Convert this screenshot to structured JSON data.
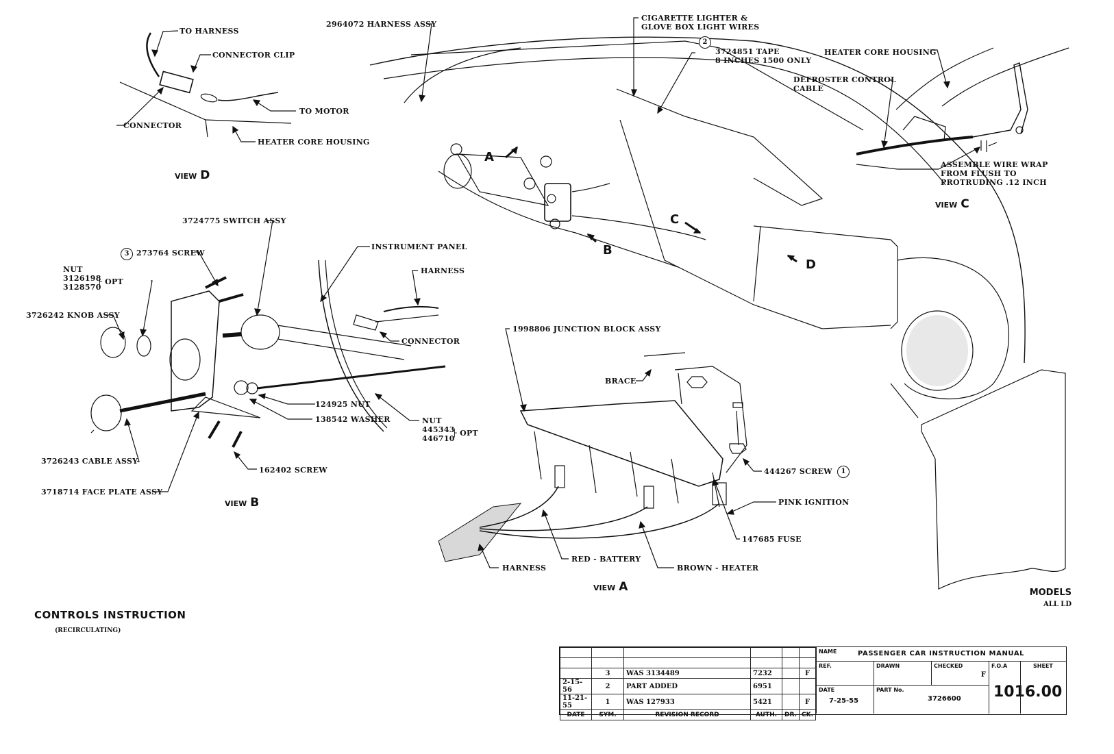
{
  "document": {
    "title": "CONTROLS INSTRUCTION",
    "subtitle": "(RECIRCULATING)",
    "models_label": "MODELS",
    "models_value": "ALL LD"
  },
  "views": {
    "view_word": "VIEW",
    "view_a": "A",
    "view_b": "B",
    "view_c": "C",
    "view_d": "D"
  },
  "markers": {
    "a": "A",
    "b": "B",
    "c": "C",
    "d": "D"
  },
  "callout_numbers": {
    "one": "1",
    "two": "2",
    "three": "3"
  },
  "view_d_labels": {
    "to_harness": "TO HARNESS",
    "connector_clip": "CONNECTOR CLIP",
    "to_motor": "TO MOTOR",
    "connector": "CONNECTOR",
    "heater_core_housing": "HEATER CORE HOUSING"
  },
  "main_labels": {
    "harness_assy": "2964072 HARNESS ASSY",
    "cig_lighter_1": "CIGARETTE LIGHTER &",
    "cig_lighter_2": "GLOVE BOX LIGHT WIRES",
    "tape_1": "3724851 TAPE",
    "tape_2": "8 INCHES 1500 ONLY"
  },
  "view_c_labels": {
    "heater_core_housing": "HEATER CORE HOUSING",
    "defroster_1": "DEFROSTER CONTROL",
    "defroster_2": "CABLE",
    "wrap_1": "ASSEMBLE WIRE WRAP",
    "wrap_2": "FROM FLUSH TO",
    "wrap_3": "PROTRUDING .12 INCH"
  },
  "view_b_labels": {
    "switch_assy": "3724775 SWITCH ASSY",
    "screw_273764": "273764 SCREW",
    "nut": "NUT",
    "nut_1": "3126198",
    "nut_2": "3128570",
    "opt": "OPT",
    "knob_assy": "3726242 KNOB ASSY",
    "instrument_panel": "INSTRUMENT PANEL",
    "harness": "HARNESS",
    "connector": "CONNECTOR",
    "nut_124925": "124925 NUT",
    "washer": "138542 WASHER",
    "nut2": "NUT",
    "nut2_1": "445343",
    "nut2_2": "446710",
    "opt2": "OPT",
    "cable_assy": "3726243 CABLE ASSY",
    "screw_162402": "162402 SCREW",
    "face_plate": "3718714 FACE PLATE ASSY"
  },
  "view_a_labels": {
    "junction_block": "1998806 JUNCTION BLOCK ASSY",
    "brace": "BRACE",
    "screw": "444267 SCREW",
    "pink_ignition": "PINK IGNITION",
    "fuse": "147685 FUSE",
    "red_battery": "RED - BATTERY",
    "brown_heater": "BROWN - HEATER",
    "harness": "HARNESS"
  },
  "title_block": {
    "revisions": [
      {
        "date": "",
        "sym": "",
        "record": "",
        "auth": "",
        "dr": "",
        "ck": ""
      },
      {
        "date": "",
        "sym": "",
        "record": "",
        "auth": "",
        "dr": "",
        "ck": ""
      },
      {
        "date": "",
        "sym": "3",
        "record": "WAS 3134489",
        "auth": "7232",
        "dr": "",
        "ck": "F"
      },
      {
        "date": "2-15-56",
        "sym": "2",
        "record": "PART ADDED",
        "auth": "6951",
        "dr": "",
        "ck": ""
      },
      {
        "date": "11-21-55",
        "sym": "1",
        "record": "WAS 127933",
        "auth": "5421",
        "dr": "",
        "ck": "F"
      }
    ],
    "headers": {
      "date": "DATE",
      "sym": "SYM.",
      "record": "REVISION RECORD",
      "auth": "AUTH.",
      "dr": "DR.",
      "ck": "CK."
    },
    "name_label": "NAME",
    "name_value": "PASSENGER CAR INSTRUCTION MANUAL",
    "ref_label": "REF.",
    "drawn_label": "DRAWN",
    "checked_label": "CHECKED",
    "checked_value": "F",
    "foa_label": "F.O.A",
    "foa_value": "101",
    "sheet_label": "SHEET",
    "sheet_value": "6.00",
    "date_label": "DATE",
    "date_value": "7-25-55",
    "part_label": "PART No.",
    "part_value": "3726600"
  }
}
